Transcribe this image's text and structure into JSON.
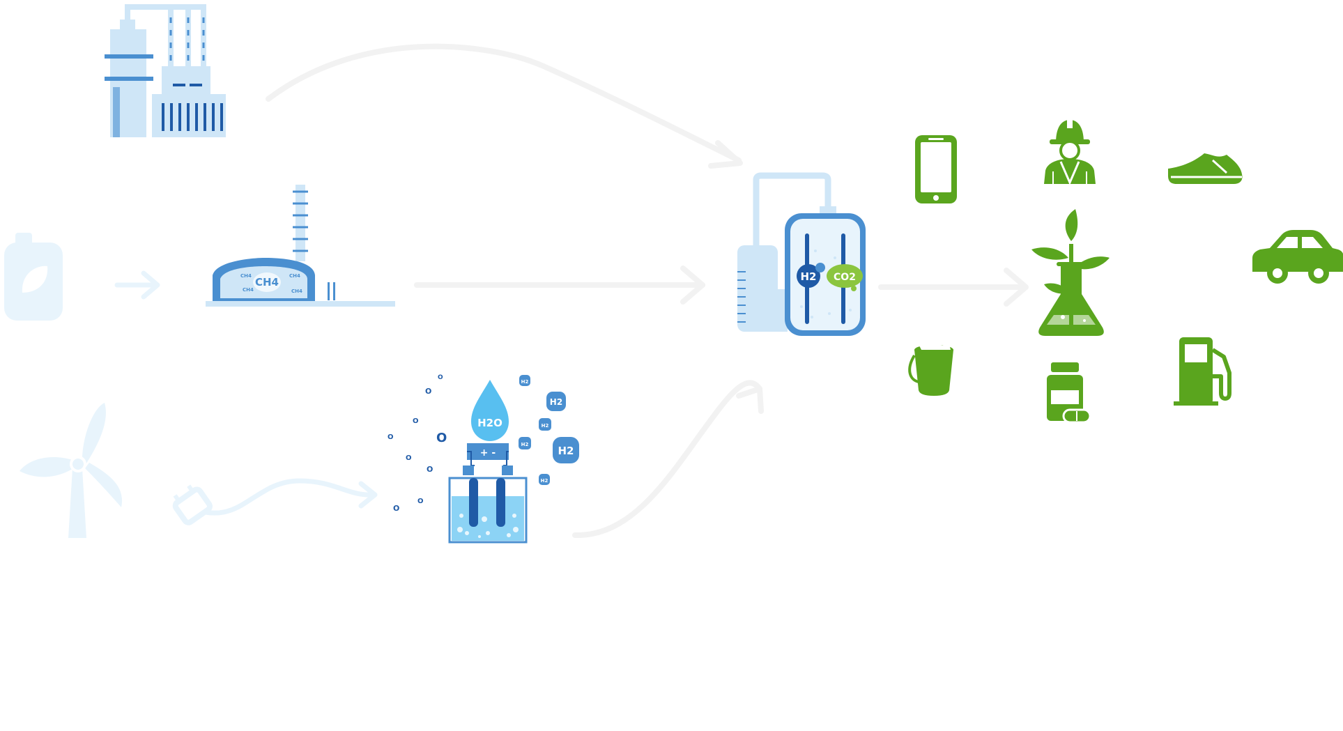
{
  "labels": {
    "digester_gas": "CH4",
    "digester_small": "CH4",
    "water": "H2O",
    "hydrogen": "H2",
    "oxygen": "O",
    "carbon_dioxide": "CO2",
    "battery_plus": "+",
    "battery_minus": "-"
  },
  "colors": {
    "faded_blue": "#e8f4fc",
    "light_blue": "#cfe6f7",
    "mid_blue": "#4a8fd0",
    "dark_blue": "#1f5aa6",
    "water_blue": "#58bff0",
    "arrow_gray": "#f2f2f2",
    "product_green": "#5aa51e",
    "co2_green": "#8bc53f"
  },
  "products": [
    "phone-icon",
    "worker-icon",
    "shoe-icon",
    "plant-flask-icon",
    "car-icon",
    "paint-bucket-icon",
    "medicine-bottle-icon",
    "fuel-pump-icon"
  ]
}
